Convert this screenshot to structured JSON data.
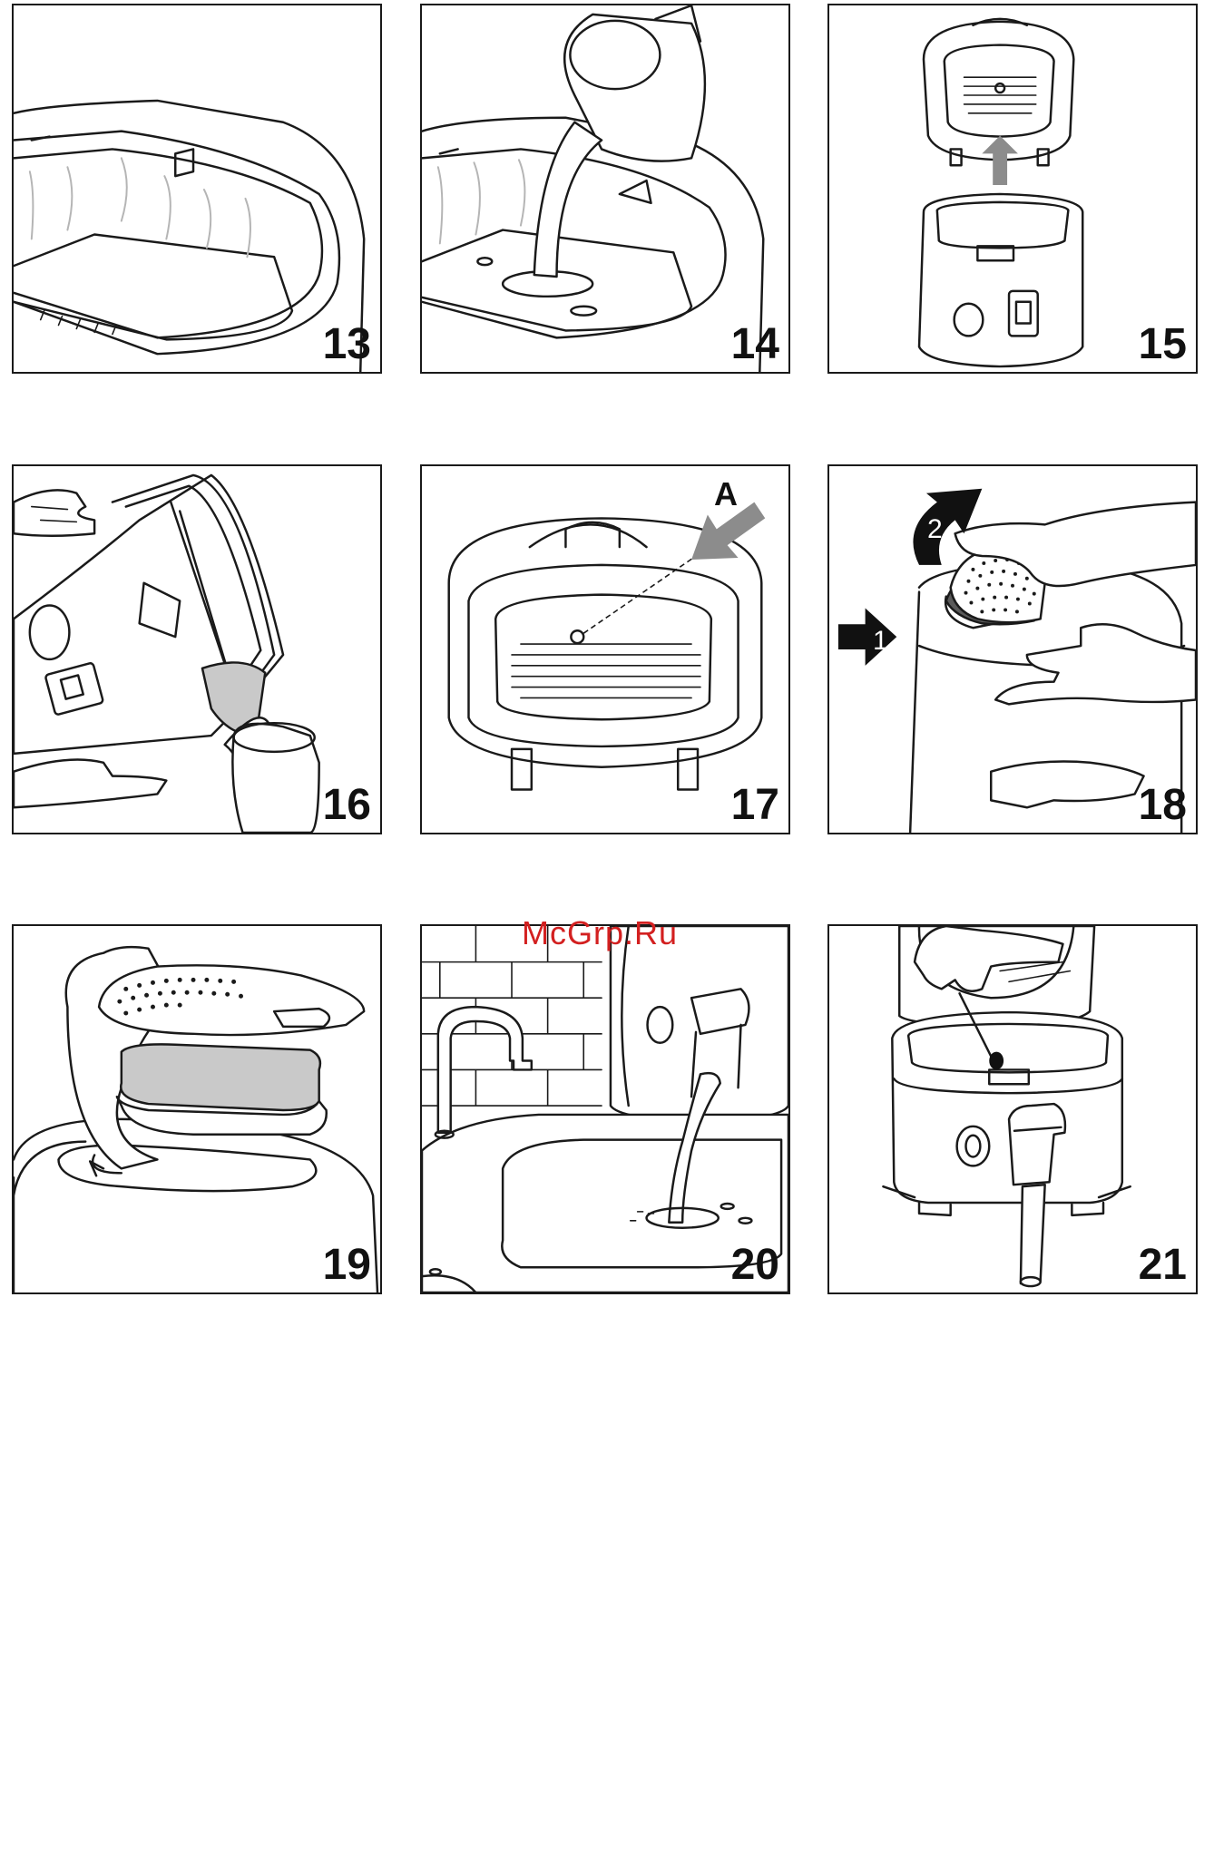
{
  "panels": [
    {
      "number": "13"
    },
    {
      "number": "14"
    },
    {
      "number": "15"
    },
    {
      "number": "16"
    },
    {
      "number": "17",
      "label": "A"
    },
    {
      "number": "18",
      "step_labels": [
        "1",
        "2"
      ]
    },
    {
      "number": "19"
    },
    {
      "number": "20"
    },
    {
      "number": "21"
    }
  ],
  "watermark": "McGrp.Ru",
  "colors": {
    "line": "#1a1a1a",
    "arrow_gray": "#8c8c8c",
    "watermark": "#d32020",
    "filter_gray": "#c9c9c9"
  }
}
